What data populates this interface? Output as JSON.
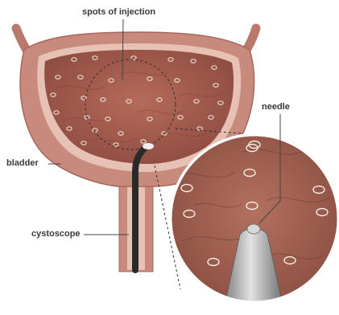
{
  "labels": {
    "spots": "spots of injection",
    "needle": "needle",
    "bladder": "bladder",
    "cystoscope": "cystoscope"
  },
  "colors": {
    "outer_wall": "#c88a7c",
    "wall_edge": "#a8675a",
    "inner_lining": "#e7c1b3",
    "cavity": "#a86152",
    "cavity_dark": "#8e4c40",
    "spot": "#f4eee6",
    "scope": "#2a2a2a",
    "needle_body": "#b9b9b9",
    "leader": "#444444"
  },
  "icons": [
    "needle-icon",
    "cystoscope-icon",
    "injection-spot-icon"
  ]
}
